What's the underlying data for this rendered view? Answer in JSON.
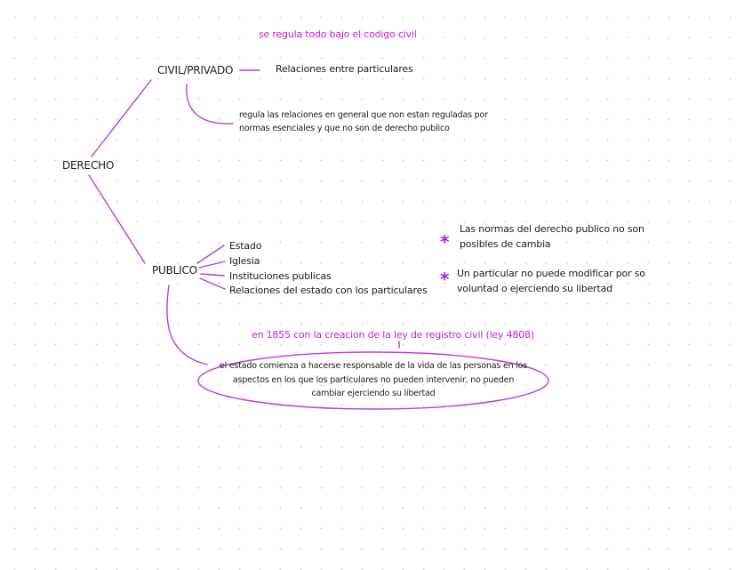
{
  "colors": {
    "accent": "#c21ed6",
    "line": "#b63de0",
    "text": "#1c1c1c",
    "dots": "#d4d4d4"
  },
  "root": {
    "label": "DERECHO"
  },
  "civil": {
    "label": "CIVIL/PRIVADO",
    "note_top": "se regula todo bajo el codigo civil",
    "relaciones": "Relaciones entre particulares",
    "desc_line1": "regula las relaciones en general que non estan reguladas por",
    "desc_line2": "normas esenciales y que no son de derecho publico"
  },
  "publico": {
    "label": "PUBLICO",
    "items": [
      "Estado",
      "Iglesia",
      "Instituciones publicas",
      "Relaciones del estado con los particulares"
    ],
    "notes": [
      {
        "star": "*",
        "line1": "Las normas del derecho publico no son",
        "line2": "posibles de cambia"
      },
      {
        "star": "*",
        "line1": "Un particular no puede modificar por so",
        "line2": "voluntad o ejerciendo su libertad"
      }
    ],
    "history_title": "en 1855 con la creacion de la ley de registro civil (ley 4808)",
    "history_line1": "el estado comienza a hacerse responsable de la vida de las personas en los",
    "history_line2": "aspectos en los que los particulares no pueden intervenir, no pueden",
    "history_line3": "cambiar ejerciendo su libertad"
  }
}
